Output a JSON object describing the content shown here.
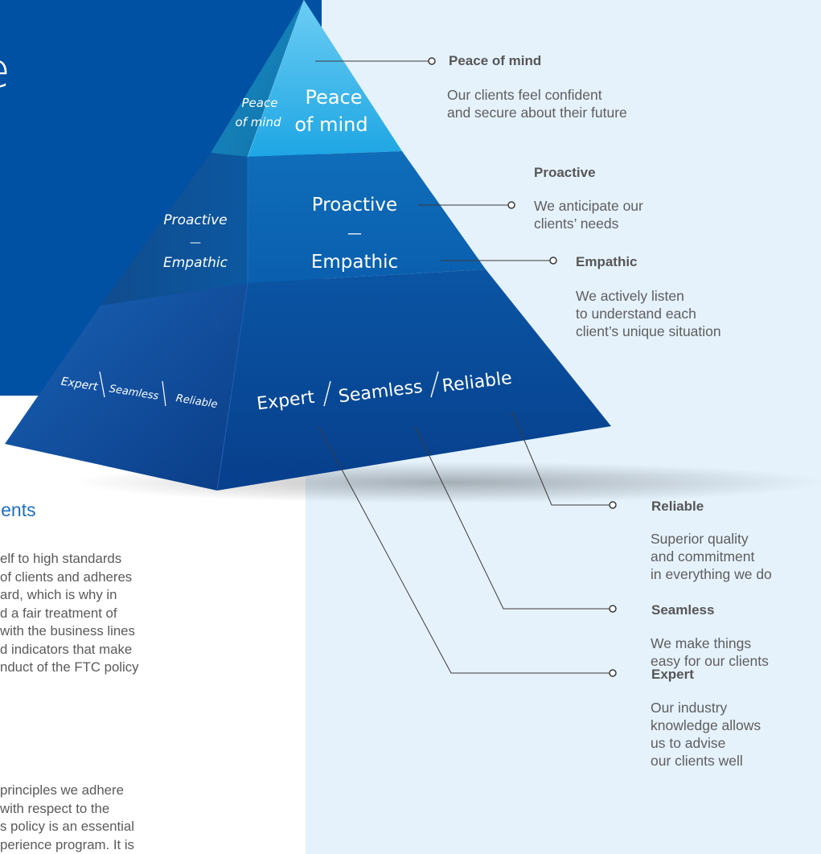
{
  "panel": {
    "partial_heading_letter": "e"
  },
  "pyramid": {
    "top": {
      "front_label_1": "Peace",
      "front_label_2": "of mind",
      "side_label_1": "Peace",
      "side_label_2": "of mind"
    },
    "middle": {
      "front_label_1": "Proactive",
      "front_separator": "—",
      "front_label_2": "Empathic",
      "side_label_1": "Proactive",
      "side_separator": "—",
      "side_label_2": "Empathic"
    },
    "bottom": {
      "front_1": "Expert",
      "front_2": "Seamless",
      "front_3": "Reliable",
      "side_1": "Expert",
      "side_2": "Seamless",
      "side_3": "Reliable"
    }
  },
  "annotations": {
    "peace": {
      "title": "Peace of mind",
      "lines": [
        "Our clients feel confident",
        "and secure about their future"
      ]
    },
    "proactive": {
      "title": "Proactive",
      "lines": [
        "We anticipate our",
        "clients’ needs"
      ]
    },
    "empathic": {
      "title": "Empathic",
      "lines": [
        "We actively listen",
        "to understand each",
        "client’s unique situation"
      ]
    },
    "reliable": {
      "title": "Reliable",
      "lines": [
        "Superior quality",
        "and commitment",
        "in everything we do"
      ]
    },
    "seamless": {
      "title": "Seamless",
      "lines": [
        "We make things",
        "easy for our clients"
      ]
    },
    "expert": {
      "title": "Expert",
      "lines": [
        "Our industry",
        "knowledge allows",
        "us to advise",
        "our clients well"
      ]
    }
  },
  "section": {
    "heading": "ients",
    "paragraph_1": [
      "elf to high standards",
      "of clients and adheres",
      "ard, which is why in",
      "d a fair treatment of",
      " with the business lines",
      "d indicators that make",
      "nduct of the FTC policy"
    ],
    "paragraph_2": [
      "principles we adhere",
      " with respect to the",
      "s policy is an essential",
      "perience program. It is"
    ]
  },
  "colors": {
    "panel_blue": "#0050a3",
    "light_panel": "#e5f2fc",
    "apex_cyan": "#3fb6ea",
    "heading_blue": "#1f6fc1"
  }
}
